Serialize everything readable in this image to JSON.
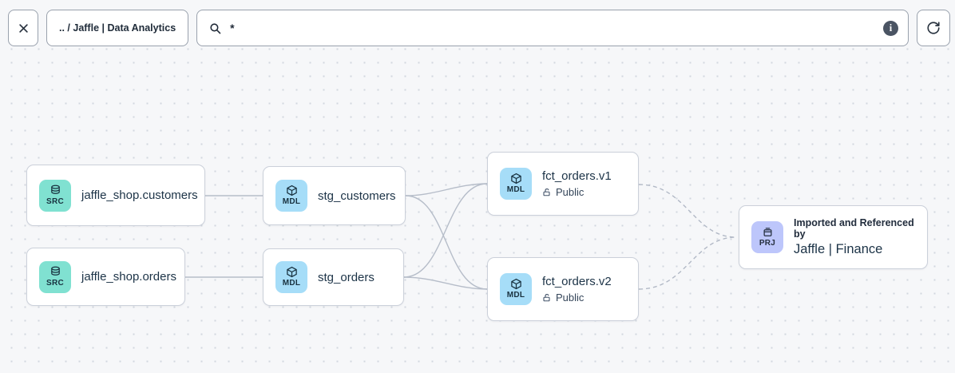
{
  "toolbar": {
    "close_icon": "x-mark",
    "breadcrumb_label": ".. / Jaffle | Data Analytics",
    "search": {
      "value": "*",
      "icon": "magnifier"
    },
    "info_icon_label": "i",
    "refresh_icon": "rotate-clockwise-arrow"
  },
  "colors": {
    "src_badge_bg": "#80E1D1",
    "mdl_badge_bg": "#A6DDF8",
    "prj_badge_bg": "#BDC6FB",
    "edge": "#B6BDC9",
    "canvas_bg": "#F6F7F9",
    "card_border": "#CBD0DA",
    "text_dark": "#1C3347"
  },
  "nodes": {
    "src_customers": {
      "badge": "SRC",
      "icon": "database",
      "label": "jaffle_shop.customers"
    },
    "src_orders": {
      "badge": "SRC",
      "icon": "database",
      "label": "jaffle_shop.orders"
    },
    "stg_customers": {
      "badge": "MDL",
      "icon": "cube",
      "label": "stg_customers"
    },
    "stg_orders": {
      "badge": "MDL",
      "icon": "cube",
      "label": "stg_orders"
    },
    "fct_orders_v1": {
      "badge": "MDL",
      "icon": "cube",
      "label": "fct_orders.v1",
      "access": "Public",
      "access_icon": "open-lock"
    },
    "fct_orders_v2": {
      "badge": "MDL",
      "icon": "cube",
      "label": "fct_orders.v2",
      "access": "Public",
      "access_icon": "open-lock"
    },
    "project_jaffle_finance": {
      "badge": "PRJ",
      "icon": "archive-box",
      "caption": "Imported and Referenced by",
      "label": "Jaffle | Finance"
    }
  },
  "edges": {
    "solid": [
      "src_customers -> stg_customers",
      "src_orders -> stg_orders",
      "stg_customers -> fct_orders_v1",
      "stg_customers -> fct_orders_v2",
      "stg_orders -> fct_orders_v1",
      "stg_orders -> fct_orders_v2"
    ],
    "dashed": [
      "fct_orders_v1 -> project_jaffle_finance",
      "fct_orders_v2 -> project_jaffle_finance"
    ]
  }
}
